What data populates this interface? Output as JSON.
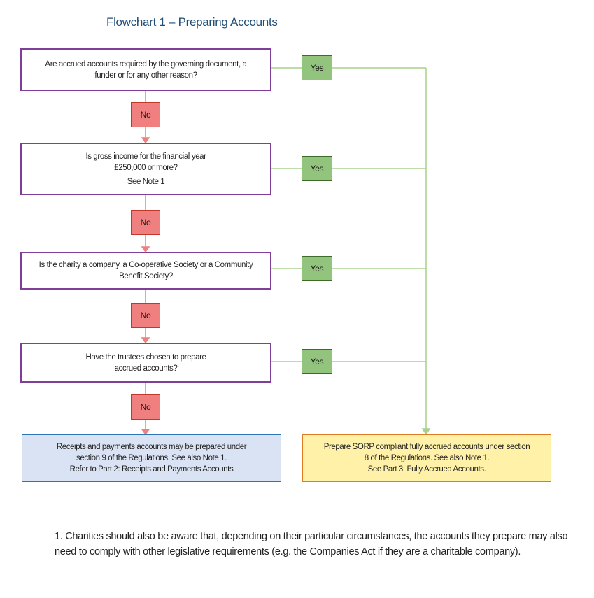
{
  "title": "Flowchart 1 – Preparing Accounts",
  "questions": [
    {
      "lines": [
        "Are accrued accounts required by the governing document, a",
        "funder or for any other reason?"
      ]
    },
    {
      "lines": [
        "Is gross income for the financial year",
        "£250,000 or more?",
        "See Note 1"
      ]
    },
    {
      "lines": [
        "Is the charity a company, a Co-operative Society or a Community",
        "Benefit Society?"
      ]
    },
    {
      "lines": [
        "Have the trustees chosen to prepare",
        "accrued accounts?"
      ]
    }
  ],
  "yes_label": "Yes",
  "no_label": "No",
  "outcomes": {
    "left": {
      "lines": [
        "Receipts and payments accounts may be prepared under",
        "section 9 of the Regulations. See also Note 1.",
        "Refer to Part 2: Receipts and Payments Accounts"
      ]
    },
    "right": {
      "lines": [
        "Prepare SORP compliant fully accrued accounts under section",
        "8 of the Regulations. See also Note 1.",
        "See Part 3: Fully Accrued Accounts."
      ]
    }
  },
  "colors": {
    "question_border": "#7f3f98",
    "yes_fill": "#93c47d",
    "no_fill": "#f08080",
    "connector_yes": "#a9d18e",
    "connector_no": "#f08080",
    "left_outcome_fill": "#dae3f3",
    "right_outcome_fill": "#fff2a8"
  },
  "note": "1. Charities should also be aware that, depending on their particular circumstances, the accounts they prepare may also need to comply with other legislative requirements (e.g. the Companies Act if they are a charitable company)."
}
